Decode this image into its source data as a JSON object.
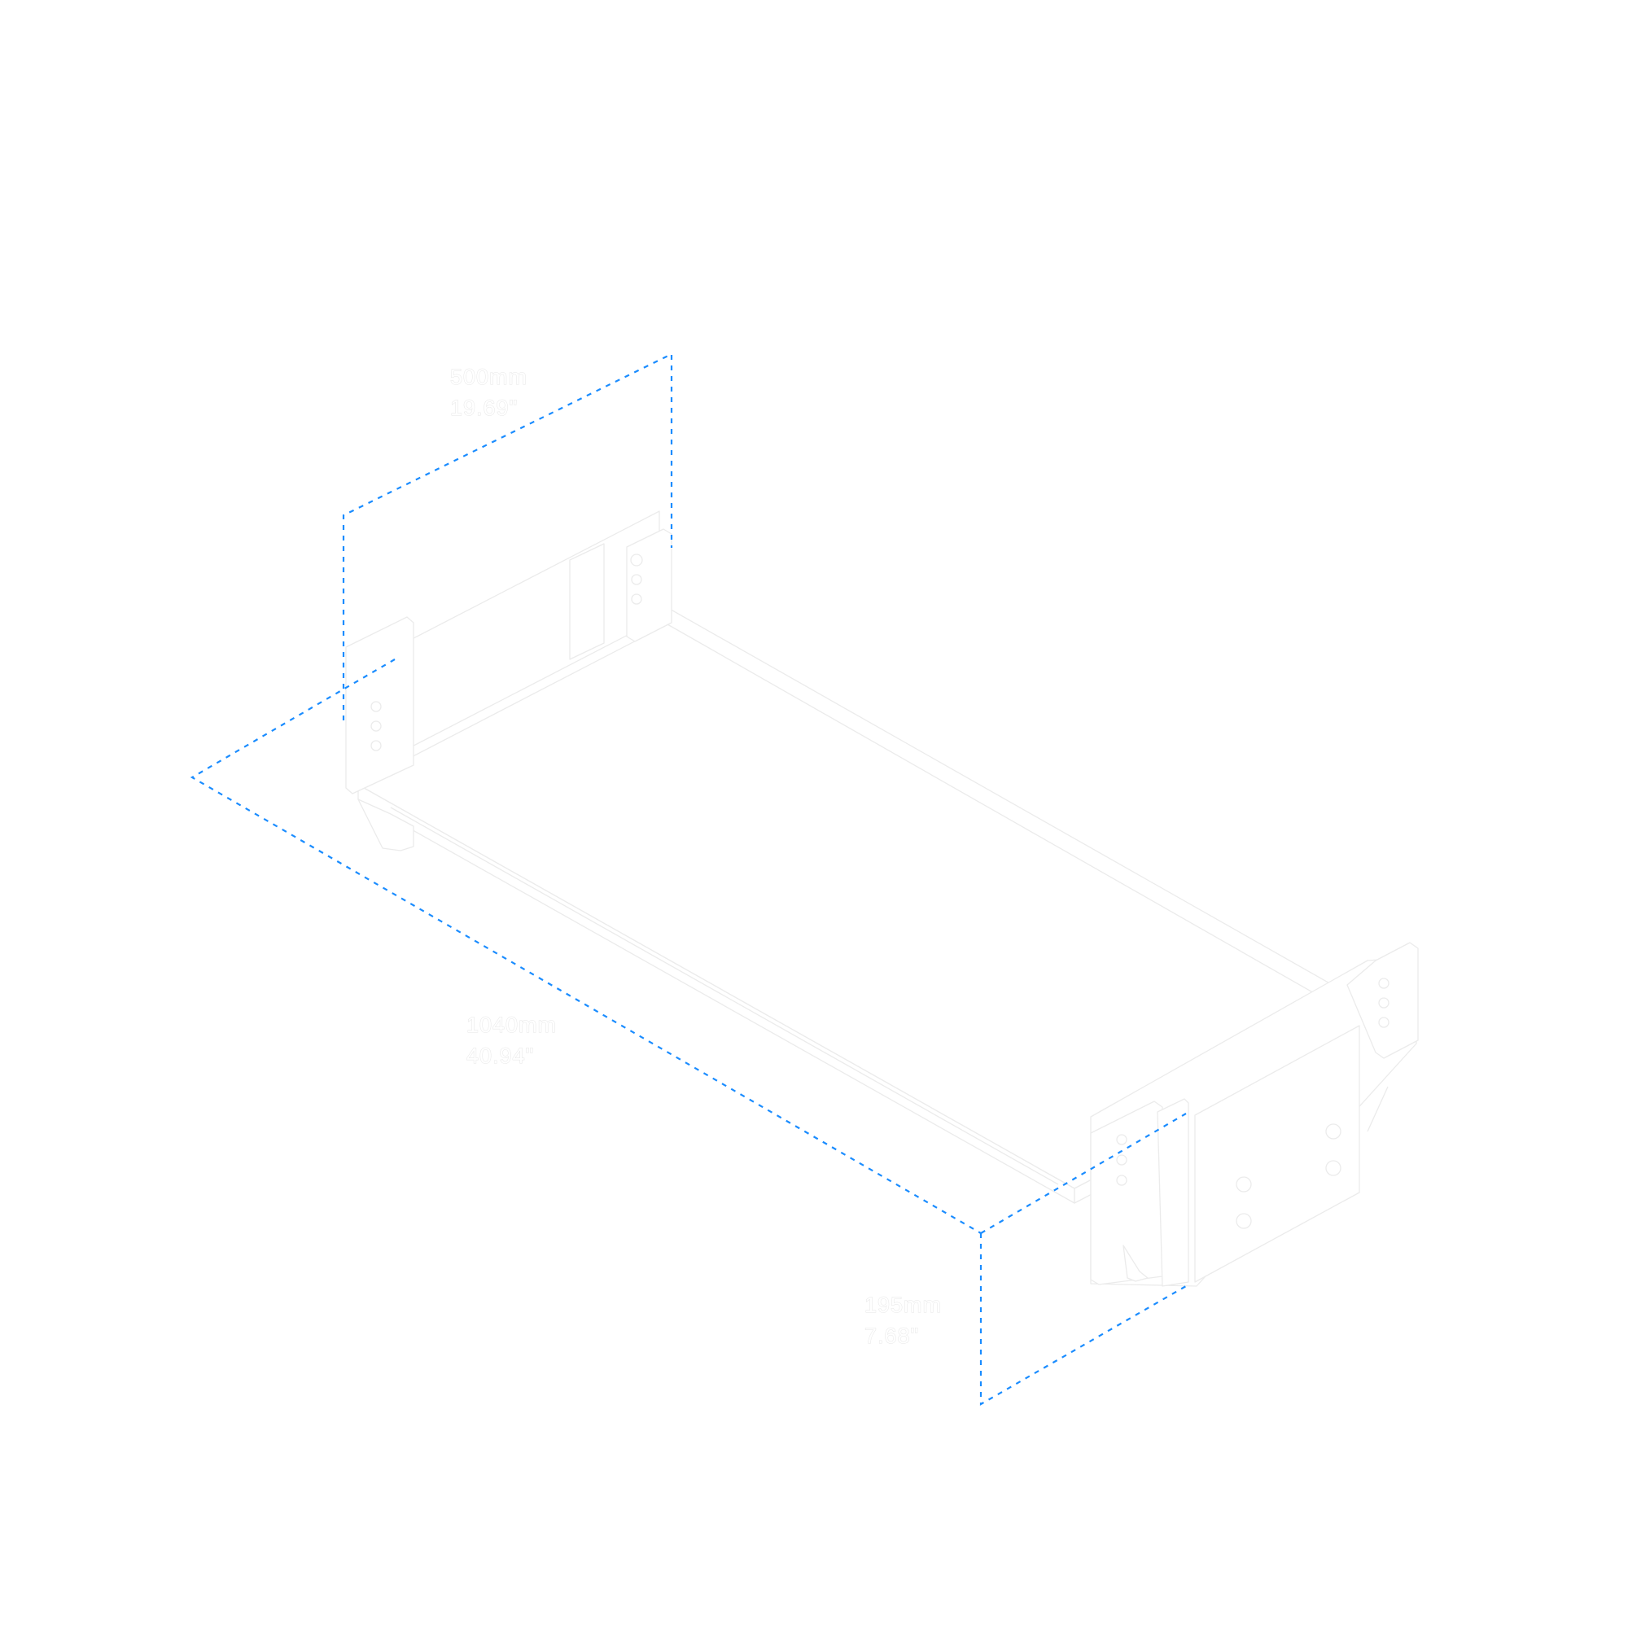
{
  "colors": {
    "dimension_line": "#1a8cff",
    "product_outline": "#ebebeb",
    "background": "#ffffff"
  },
  "dimensions": {
    "width": {
      "metric": "500mm",
      "imperial": "19.69\""
    },
    "length": {
      "metric": "1040mm",
      "imperial": "40.94\""
    },
    "height": {
      "metric": "195mm",
      "imperial": "7.68\""
    }
  }
}
